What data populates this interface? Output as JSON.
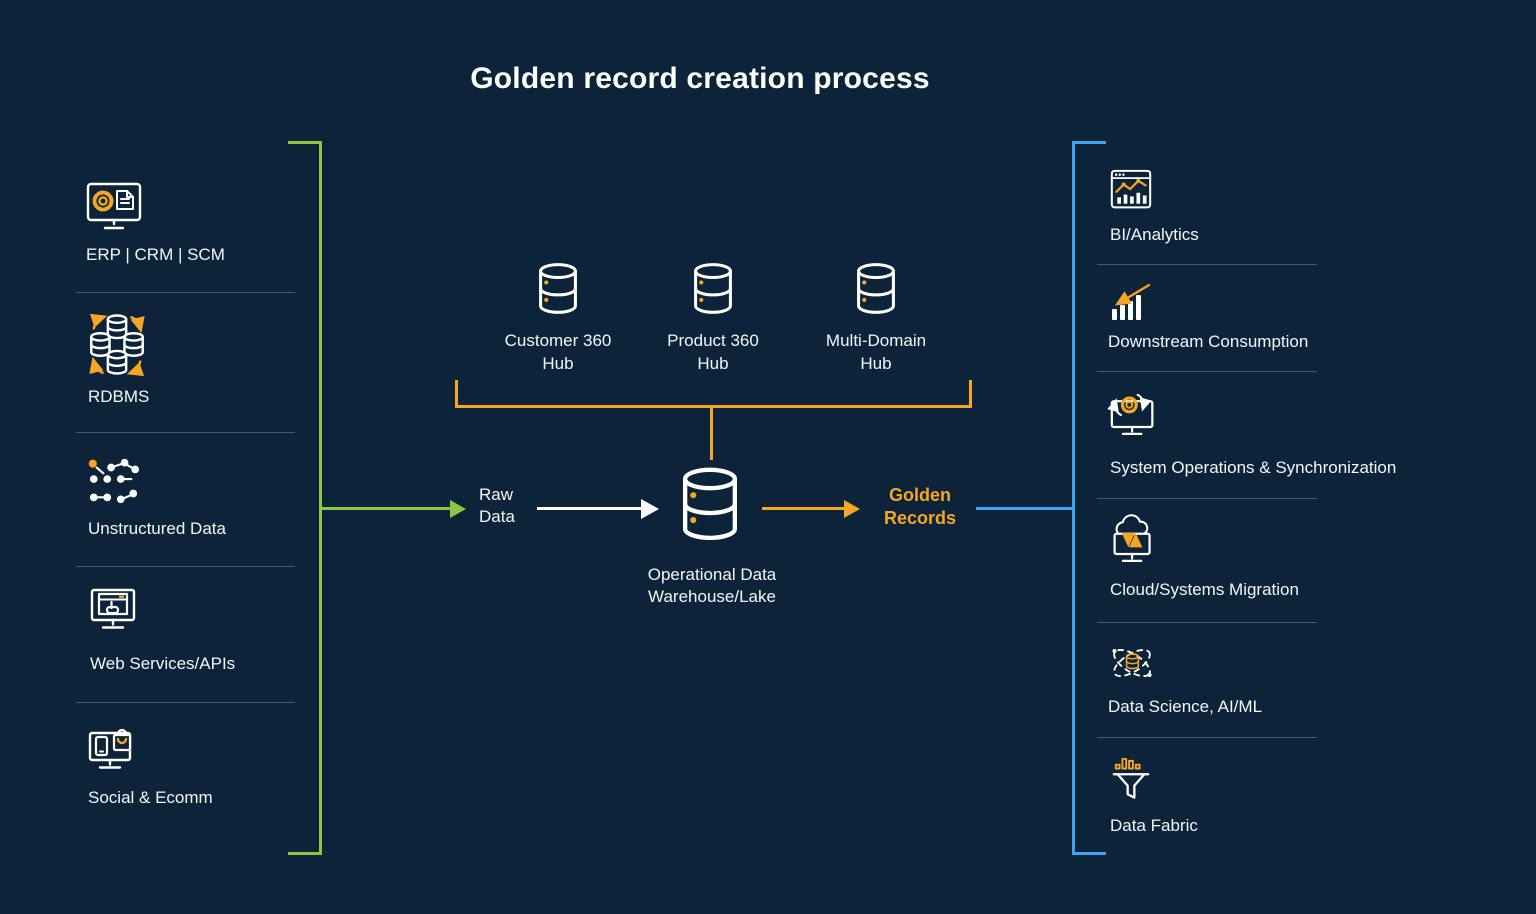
{
  "title": "Golden record creation process",
  "colors": {
    "background": "#0C2339",
    "accent_orange": "#F5A623",
    "accent_green": "#8DC63F",
    "accent_blue": "#3DA5F4",
    "text": "#F4F6F8"
  },
  "sources": {
    "items": [
      {
        "label": "ERP | CRM | SCM",
        "icon": "erp-crm-scm-icon"
      },
      {
        "label": "RDBMS",
        "icon": "rdbms-icon"
      },
      {
        "label": "Unstructured Data",
        "icon": "unstructured-data-icon"
      },
      {
        "label": "Web Services/APIs",
        "icon": "web-services-apis-icon"
      },
      {
        "label": "Social & Ecomm",
        "icon": "social-ecomm-icon"
      }
    ]
  },
  "hubs": {
    "items": [
      {
        "label": "Customer 360 Hub"
      },
      {
        "label": "Product 360 Hub"
      },
      {
        "label": "Multi-Domain Hub"
      }
    ]
  },
  "flow": {
    "raw_data_label": "Raw Data",
    "warehouse_label": "Operational Data Warehouse/Lake",
    "golden_records_label": "Golden Records"
  },
  "destinations": {
    "items": [
      {
        "label": "BI/Analytics",
        "icon": "bi-analytics-icon"
      },
      {
        "label": "Downstream Consumption",
        "icon": "downstream-consumption-icon"
      },
      {
        "label": "System Operations & Synchronization",
        "icon": "system-operations-icon"
      },
      {
        "label": "Cloud/Systems Migration",
        "icon": "cloud-systems-migration-icon"
      },
      {
        "label": "Data Science, AI/ML",
        "icon": "data-science-icon"
      },
      {
        "label": "Data Fabric",
        "icon": "data-fabric-icon"
      }
    ]
  }
}
